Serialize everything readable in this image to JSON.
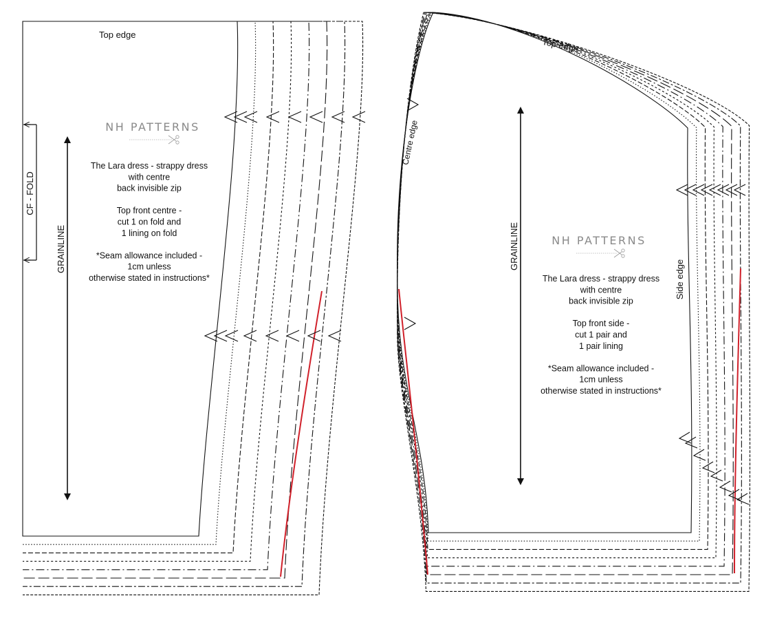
{
  "brand": "NH PATTERNS",
  "colors": {
    "line": "#111111",
    "red_line": "#d0202a",
    "brand_text": "#8a8a8a",
    "background": "#ffffff"
  },
  "left_piece": {
    "top_edge_label": "Top edge",
    "fold_label": "CF - FOLD",
    "grainline_label": "GRAINLINE",
    "info_lines": [
      "The Lara dress - strappy dress",
      "with centre",
      "back invisible zip",
      "",
      "Top front centre -",
      "cut 1 on fold and",
      "1 lining on fold",
      "",
      "*Seam allowance included -",
      "1cm unless",
      "otherwise stated in instructions*"
    ]
  },
  "right_piece": {
    "top_edge_label": "Top edge",
    "centre_edge_label": "Centre edge",
    "side_edge_label": "Side edge",
    "grainline_label": "GRAINLINE",
    "info_lines": [
      "The Lara dress - strappy dress",
      "with centre",
      "back invisible zip",
      "",
      "Top front side -",
      "cut 1 pair and",
      "1 pair lining",
      "",
      "*Seam allowance included -",
      "1cm unless",
      "otherwise stated in instructions*"
    ]
  }
}
